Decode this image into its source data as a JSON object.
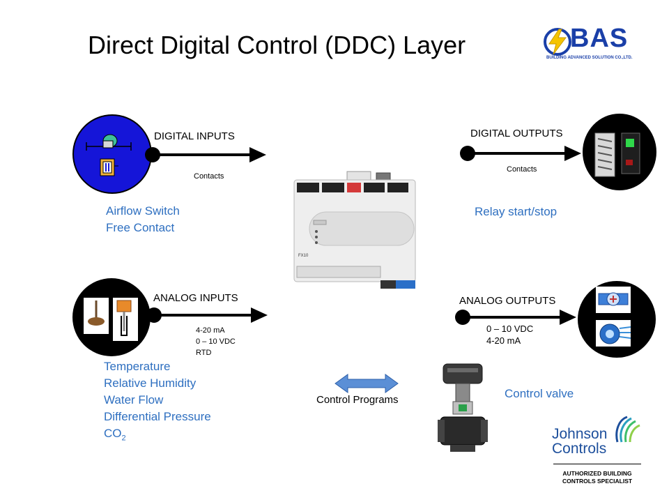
{
  "title": "Direct Digital Control (DDC) Layer",
  "logo_bas": {
    "word": "BAS",
    "subtitle": "BUILDING ADVANCED SOLUTION CO.,LTD."
  },
  "digital_inputs": {
    "label": "DIGITAL INPUTS",
    "signal": "Contacts",
    "examples": [
      "Airflow Switch",
      "Free Contact"
    ]
  },
  "digital_outputs": {
    "label": "DIGITAL OUTPUTS",
    "signal": "Contacts",
    "examples": [
      "Relay start/stop"
    ]
  },
  "analog_inputs": {
    "label": "ANALOG INPUTS",
    "signals": [
      "4-20 mA",
      "0 – 10 VDC",
      "RTD"
    ],
    "examples": [
      "Temperature",
      "Relative Humidity",
      "Water Flow",
      "Differential Pressure"
    ],
    "co2": {
      "base": "CO",
      "sub": "2"
    }
  },
  "analog_outputs": {
    "label": "ANALOG OUTPUTS",
    "signals": [
      "0 – 10 VDC",
      "4-20 mA"
    ]
  },
  "control_programs": "Control Programs",
  "control_valve": "Control valve",
  "controller": {
    "model": "FX10"
  },
  "johnson_controls": {
    "line1": "Johnson",
    "line2": "Controls",
    "badge1": "AUTHORIZED BUILDING",
    "badge2": "CONTROLS SPECIALIST"
  },
  "colors": {
    "accent_blue": "#2e6fc0",
    "arrow_blue": "#5b8fd6",
    "circle_blue": "#1515d8",
    "bas_blue": "#1a3fa8"
  }
}
